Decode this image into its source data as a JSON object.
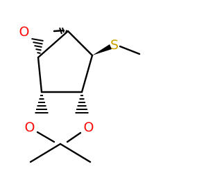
{
  "structure": {
    "atoms": {
      "epoxide_oxygen": {
        "symbol": "O",
        "color": "#ff0d0d"
      },
      "sulfur": {
        "symbol": "S",
        "color": "#c9a400"
      },
      "dioxolane_oxygen_left": {
        "symbol": "O",
        "color": "#ff0d0d"
      },
      "dioxolane_oxygen_right": {
        "symbol": "O",
        "color": "#ff0d0d"
      }
    },
    "bond_color": "#000000",
    "wedge_types": {
      "epoxide_left": "hash",
      "epoxide_right": "hash",
      "sulfur": "wedge",
      "dioxolane_left": "hash",
      "dioxolane_right": "hash"
    }
  }
}
